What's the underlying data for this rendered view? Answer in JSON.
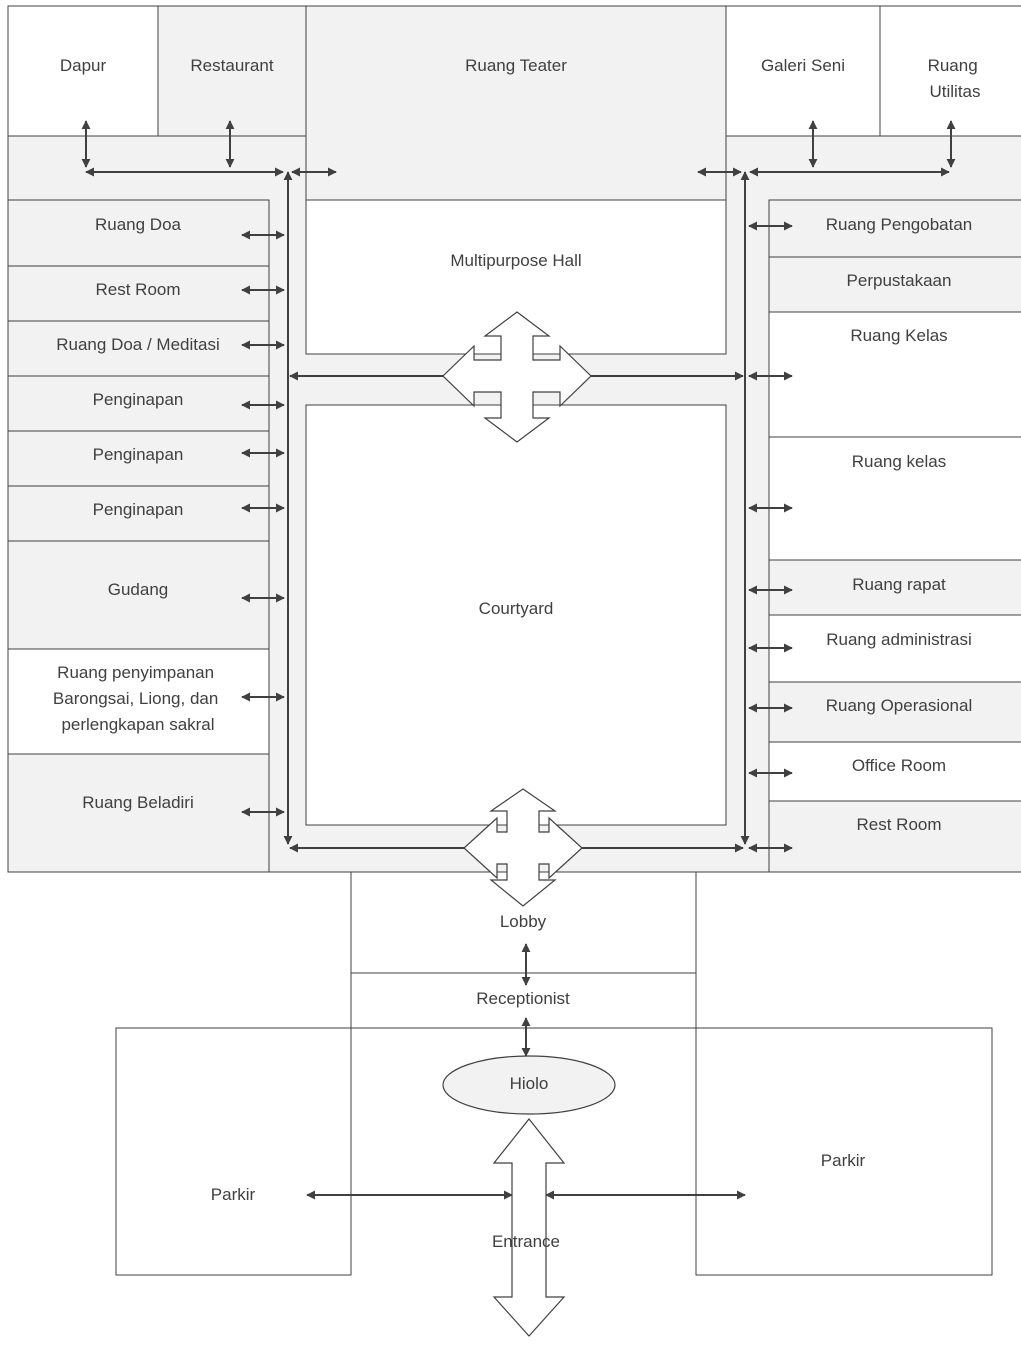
{
  "rooms": {
    "dapur": "Dapur",
    "restaurant": "Restaurant",
    "ruang_teater": "Ruang Teater",
    "galeri_seni": "Galeri Seni",
    "ruang_utilitas": [
      "Ruang",
      "Utilitas"
    ],
    "multipurpose_hall": "Multipurpose Hall",
    "courtyard": "Courtyard",
    "lobby": "Lobby",
    "receptionist": "Receptionist",
    "hiolo": "Hiolo",
    "entrance": "Entrance",
    "parkir_left": "Parkir",
    "parkir_right": "Parkir"
  },
  "left_rooms": [
    [
      "Ruang Doa"
    ],
    [
      "Rest Room"
    ],
    [
      "Ruang Doa / Meditasi"
    ],
    [
      "Penginapan"
    ],
    [
      "Penginapan"
    ],
    [
      "Penginapan"
    ],
    [
      "Gudang"
    ],
    [
      "Ruang penyimpanan",
      "Barongsai, Liong, dan",
      "perlengkapan sakral"
    ],
    [
      "Ruang Beladiri"
    ]
  ],
  "right_rooms": [
    "Ruang Pengobatan",
    "Perpustakaan",
    "Ruang Kelas",
    "Ruang kelas",
    "Ruang rapat",
    "Ruang administrasi",
    "Ruang Operasional",
    "Office Room",
    "Rest Room"
  ],
  "colors": {
    "fill": "#f2f2f2",
    "line": "#404040",
    "text": "#404040"
  }
}
